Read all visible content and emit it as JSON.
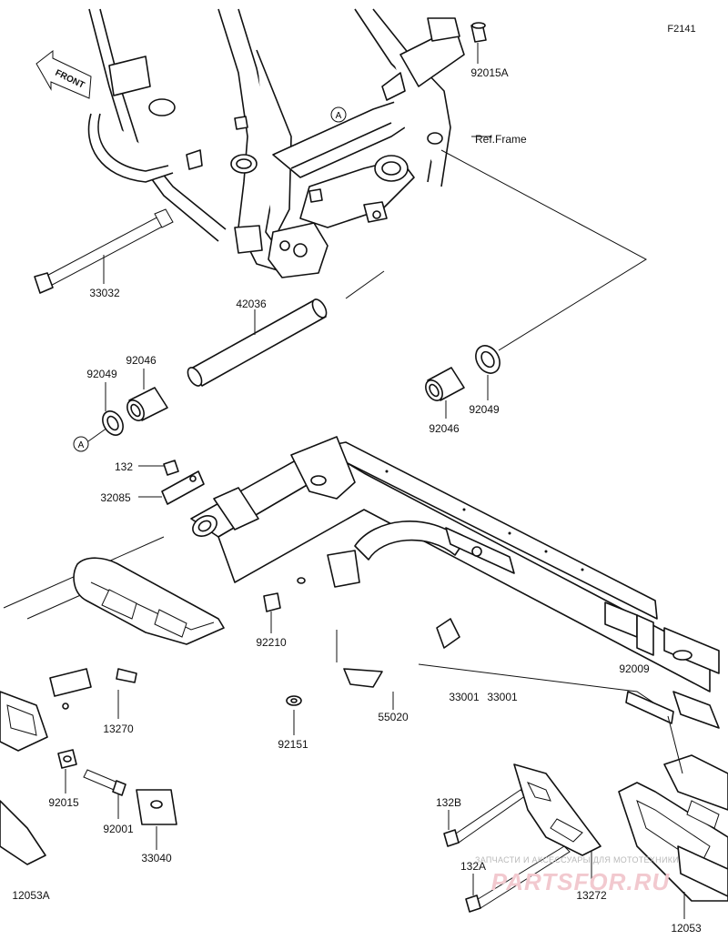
{
  "diagram": {
    "ref_code": "F2141",
    "front_label": "FRONT",
    "ref_frame_label": "Ref.Frame",
    "callout_a": "A",
    "parts": [
      {
        "id": "p33032",
        "label": "33032"
      },
      {
        "id": "p42036",
        "label": "42036"
      },
      {
        "id": "p92046a",
        "label": "92046"
      },
      {
        "id": "p92049a",
        "label": "92049"
      },
      {
        "id": "p92046b",
        "label": "92046"
      },
      {
        "id": "p92049b",
        "label": "92049"
      },
      {
        "id": "p92015A",
        "label": "92015A"
      },
      {
        "id": "p132",
        "label": "132"
      },
      {
        "id": "p32085",
        "label": "32085"
      },
      {
        "id": "p92210",
        "label": "92210"
      },
      {
        "id": "p13270",
        "label": "13270"
      },
      {
        "id": "p55020",
        "label": "55020"
      },
      {
        "id": "p92151",
        "label": "92151"
      },
      {
        "id": "p33001",
        "label": "33001"
      },
      {
        "id": "p33001b",
        "label": "33001"
      },
      {
        "id": "p92015",
        "label": "92015"
      },
      {
        "id": "p92001",
        "label": "92001"
      },
      {
        "id": "p33040",
        "label": "33040"
      },
      {
        "id": "p12053A",
        "label": "12053A"
      },
      {
        "id": "p132B",
        "label": "132B"
      },
      {
        "id": "p132A",
        "label": "132A"
      },
      {
        "id": "p13272",
        "label": "13272"
      },
      {
        "id": "p12053",
        "label": "12053"
      },
      {
        "id": "p92009",
        "label": "92009"
      }
    ]
  },
  "watermark": {
    "top_text": "ЗАПЧАСТИ И АКСЕССУАРЫ ДЛЯ МОТОТЕХНИКИ",
    "logo_text": "PARTSFOR.RU"
  }
}
